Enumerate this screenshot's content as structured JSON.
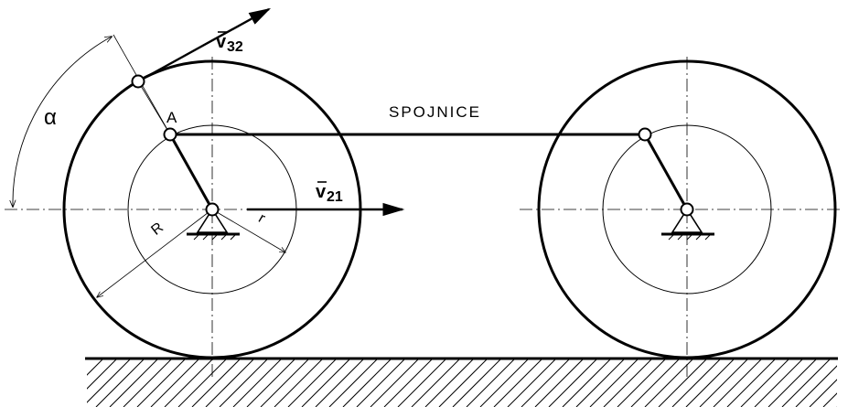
{
  "labels": {
    "alpha": "α",
    "point_a": "A",
    "spojnice": "SPOJNICE",
    "v32_main": "v",
    "v32_sub": "32",
    "v21_main": "v",
    "v21_sub": "21",
    "radius_big": "R",
    "radius_small": "r"
  },
  "icons": {
    "left_pivot": "fixed-pivot-icon",
    "right_pivot": "fixed-pivot-icon"
  },
  "colors": {
    "ink": "#000000",
    "background": "#ffffff"
  }
}
